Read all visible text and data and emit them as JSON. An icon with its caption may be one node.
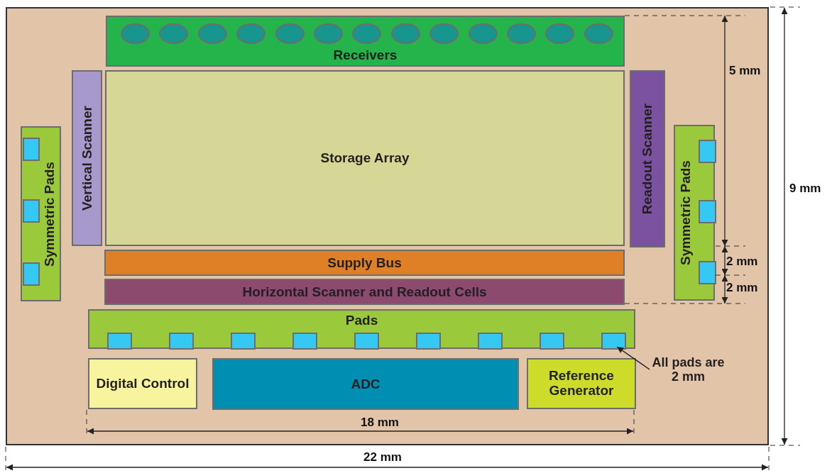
{
  "diagram": {
    "nodes": [
      {
        "text": [],
        "shape": "box"
      },
      {
        "text": [
          "Receivers"
        ],
        "in": 0
      },
      {
        "text": [],
        "shape": "circle",
        "in": 1
      },
      {
        "text": [],
        "shape": "circle",
        "in": 1
      },
      {
        "text": [],
        "shape": "circle",
        "in": 1
      },
      {
        "text": [],
        "shape": "circle",
        "in": 1
      },
      {
        "text": [],
        "shape": "circle",
        "in": 1
      },
      {
        "text": [],
        "shape": "circle",
        "in": 1
      },
      {
        "text": [],
        "shape": "circle",
        "in": 1
      },
      {
        "text": [],
        "shape": "circle",
        "in": 1
      },
      {
        "text": [],
        "shape": "circle",
        "in": 1
      },
      {
        "text": [],
        "shape": "circle",
        "in": 1
      },
      {
        "text": [],
        "shape": "circle",
        "in": 1
      },
      {
        "text": [],
        "shape": "circle",
        "in": 1
      },
      {
        "text": [],
        "shape": "circle",
        "in": 1
      },
      {
        "text": [
          "Vertical Scanner"
        ],
        "in": 0
      },
      {
        "text": [
          "Storage Array"
        ],
        "in": 0
      },
      {
        "text": [
          "Readout Scanner"
        ],
        "in": 0
      },
      {
        "text": [
          "Symmetric Pads"
        ],
        "in": 0
      },
      {
        "text": [],
        "shape": "box",
        "in": 18
      },
      {
        "text": [],
        "shape": "box",
        "in": 18
      },
      {
        "text": [],
        "shape": "box",
        "in": 18
      },
      {
        "text": [
          "Symmetric Pads"
        ],
        "in": 0
      },
      {
        "text": [],
        "shape": "box",
        "in": 22
      },
      {
        "text": [],
        "shape": "box",
        "in": 22
      },
      {
        "text": [],
        "shape": "box",
        "in": 22
      },
      {
        "text": [
          "Supply Bus"
        ],
        "in": 0
      },
      {
        "text": [
          "Horizontal Scanner and Readout Cells"
        ],
        "in": 0
      },
      {
        "text": [
          "Pads"
        ],
        "in": 0
      },
      {
        "text": [],
        "shape": "box",
        "in": 28
      },
      {
        "text": [],
        "shape": "box",
        "in": 28
      },
      {
        "text": [],
        "shape": "box",
        "in": 28
      },
      {
        "text": [],
        "shape": "box",
        "in": 28
      },
      {
        "text": [],
        "shape": "box",
        "in": 28
      },
      {
        "text": [],
        "shape": "box",
        "in": 28
      },
      {
        "text": [],
        "shape": "box",
        "in": 28
      },
      {
        "text": [],
        "shape": "box",
        "in": 28
      },
      {
        "text": [],
        "shape": "box",
        "in": 28
      },
      {
        "text": [
          "Digital Control"
        ],
        "in": 0
      },
      {
        "text": [
          "ADC"
        ],
        "in": 0
      },
      {
        "text": [
          "Reference Generator"
        ],
        "in": 0
      },
      {
        "text": [
          "All pads are 2 mm"
        ],
        "in": 0
      }
    ],
    "edges": [
      {
        "from": 41,
        "to": 37,
        "arrow": "to"
      }
    ],
    "labels": [
      "5 mm",
      "9 mm",
      "2 mm",
      "2 mm",
      "18 mm",
      "22 mm"
    ]
  }
}
